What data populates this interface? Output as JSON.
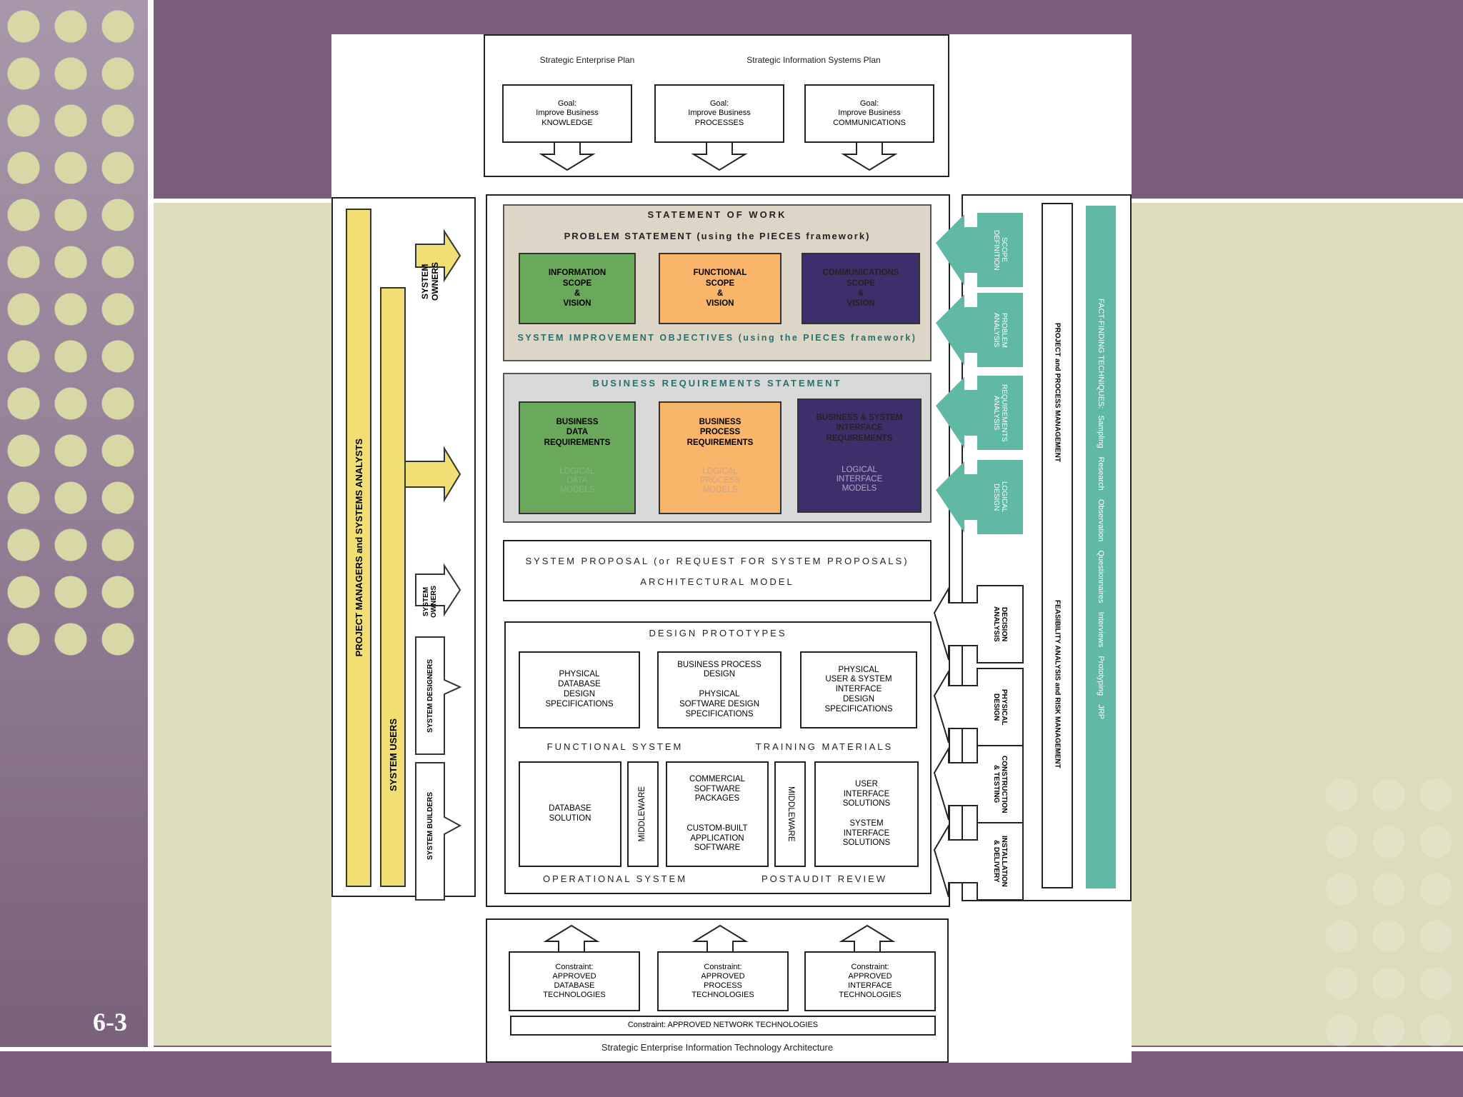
{
  "slide_number": "6-3",
  "top": {
    "enterprise_plan": "Strategic Enterprise Plan",
    "is_plan": "Strategic Information Systems Plan",
    "goals": [
      "Goal:\nImprove Business\nKNOWLEDGE",
      "Goal:\nImprove Business\nPROCESSES",
      "Goal:\nImprove Business\nCOMMUNICATIONS"
    ]
  },
  "sow": {
    "title": "STATEMENT OF WORK",
    "problem": "PROBLEM STATEMENT (using the PIECES framework)",
    "boxes": [
      "INFORMATION\nSCOPE\n&\nVISION",
      "FUNCTIONAL\nSCOPE\n&\nVISION",
      "COMMUNICATIONS\nSCOPE\n&\nVISION"
    ],
    "objectives": "SYSTEM IMPROVEMENT OBJECTIVES (using the PIECES framework)"
  },
  "brs": {
    "title": "BUSINESS REQUIREMENTS STATEMENT",
    "boxes": [
      "BUSINESS\nDATA\nREQUIREMENTS",
      "BUSINESS\nPROCESS\nREQUIREMENTS",
      "BUSINESS & SYSTEM\nINTERFACE\nREQUIREMENTS"
    ],
    "subs": [
      "LOGICAL\nDATA\nMODELS",
      "LOGICAL\nPROCESS\nMODELS",
      "LOGICAL\nINTERFACE\nMODELS"
    ]
  },
  "proposal": {
    "line1": "SYSTEM PROPOSAL   (or  REQUEST FOR SYSTEM PROPOSALS)",
    "line2": "ARCHITECTURAL MODEL"
  },
  "design": {
    "title": "DESIGN PROTOTYPES",
    "boxes": [
      "PHYSICAL\nDATABASE\nDESIGN\nSPECIFICATIONS",
      "BUSINESS PROCESS\nDESIGN\n\nPHYSICAL\nSOFTWARE DESIGN\nSPECIFICATIONS",
      "PHYSICAL\nUSER & SYSTEM\nINTERFACE\nDESIGN\nSPECIFICATIONS"
    ],
    "functional": "FUNCTIONAL SYSTEM",
    "training": "TRAINING MATERIALS",
    "db": "DATABASE\nSOLUTION",
    "mw": "MIDDLEWARE",
    "commercial": "COMMERCIAL\nSOFTWARE\nPACKAGES\n\n\nCUSTOM-BUILT\nAPPLICATION\nSOFTWARE",
    "ui": "USER\nINTERFACE\nSOLUTIONS\n\nSYSTEM\nINTERFACE\nSOLUTIONS",
    "operational": "OPERATIONAL SYSTEM",
    "postaudit": "POSTAUDIT REVIEW"
  },
  "left": {
    "pm": "PROJECT MANAGERS      and      SYSTEMS ANALYSTS",
    "users": "SYSTEM USERS",
    "owners1": "SYSTEM\nOWNERS",
    "owners2": "SYSTEM\nOWNERS",
    "designers": "SYSTEM DESIGNERS",
    "builders": "SYSTEM BUILDERS"
  },
  "right": {
    "phases": [
      "SCOPE\nDEFINITION",
      "PROBLEM\nANALYSIS",
      "REQUIREMENTS\nANALYSIS",
      "LOGICAL\nDESIGN",
      "DECISION\nANALYSIS",
      "PHYSICAL\nDESIGN",
      "CONSTRUCTION\n& TESTING",
      "INSTALLATION\n& DELIVERY"
    ],
    "ppm": "PROJECT and PROCESS MANAGEMENT",
    "feas": "FEASIBILITY ANALYSIS and RISK MANAGEMENT",
    "fact": "FACT-FINDING TECHNIQUES:   Sampling    Research    Observation    Questionnaires    Interviews    Prototyping    JRP"
  },
  "bottom": {
    "constraints": [
      "Constraint:\nAPPROVED\nDATABASE\nTECHNOLOGIES",
      "Constraint:\nAPPROVED\nPROCESS\nTECHNOLOGIES",
      "Constraint:\nAPPROVED\nINTERFACE\nTECHNOLOGIES"
    ],
    "network": "Constraint: APPROVED NETWORK TECHNOLOGIES",
    "arch": "Strategic Enterprise Information Technology Architecture"
  },
  "colors": {
    "green": "#6aa85c",
    "orange": "#f9b56a",
    "purple": "#3d2f6b",
    "teal": "#5fb9a4",
    "yellow": "#f2df74",
    "tan": "#ddd6c6",
    "grey": "#d9d9d9"
  }
}
